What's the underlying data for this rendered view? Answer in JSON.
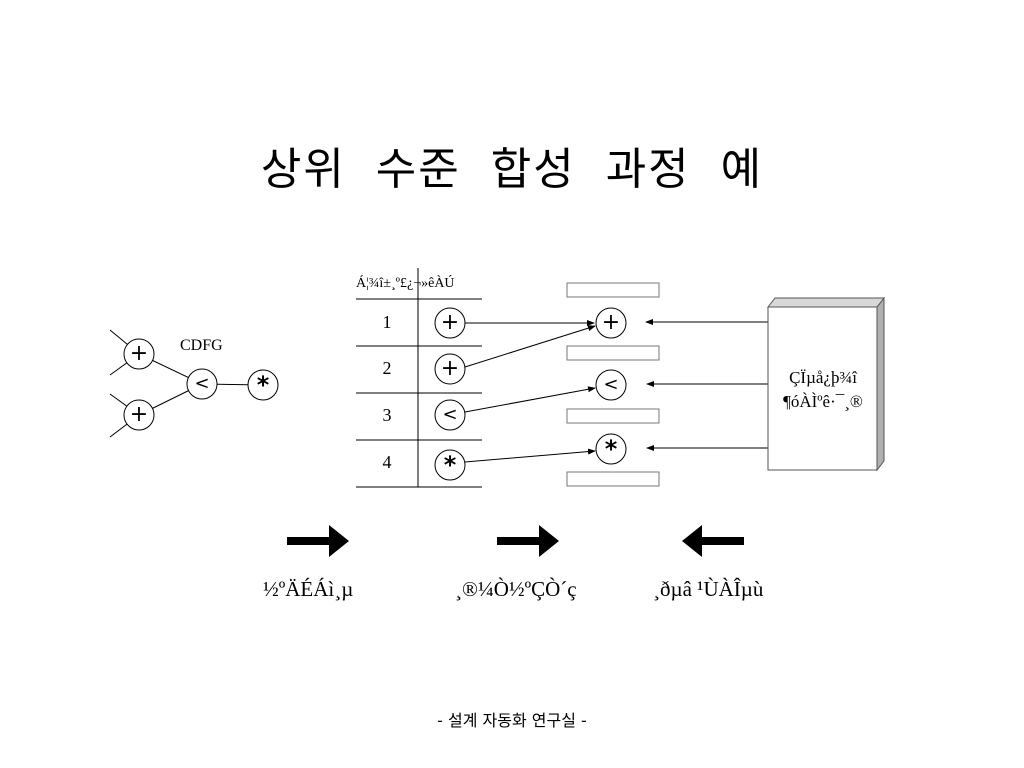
{
  "title": "상위 수준 합성 과정 예",
  "cdfg": {
    "label": "CDFG",
    "nodes": [
      "+",
      "+",
      "<",
      "*"
    ]
  },
  "schedule_table": {
    "header": "Á¦¾î±¸º£¿¬»êÀÚ",
    "rows": [
      {
        "step": "1",
        "op": "+"
      },
      {
        "step": "2",
        "op": "+"
      },
      {
        "step": "3",
        "op": "<"
      },
      {
        "step": "4",
        "op": "*"
      }
    ]
  },
  "allocated_units": [
    "+",
    "<",
    "*"
  ],
  "library_box": {
    "line1": "ÇÏµå¿þ¾î",
    "line2": "¶óÀÌºê·¯¸®"
  },
  "steps": {
    "scheduling": "½ºÄÉÁì¸µ",
    "allocation": "¸®¼Ò½ºÇÒ´ç",
    "binding": "¸ðµâ ¹ÙÀÎµù"
  },
  "footer": "- 설계 자동화 연구실 -"
}
